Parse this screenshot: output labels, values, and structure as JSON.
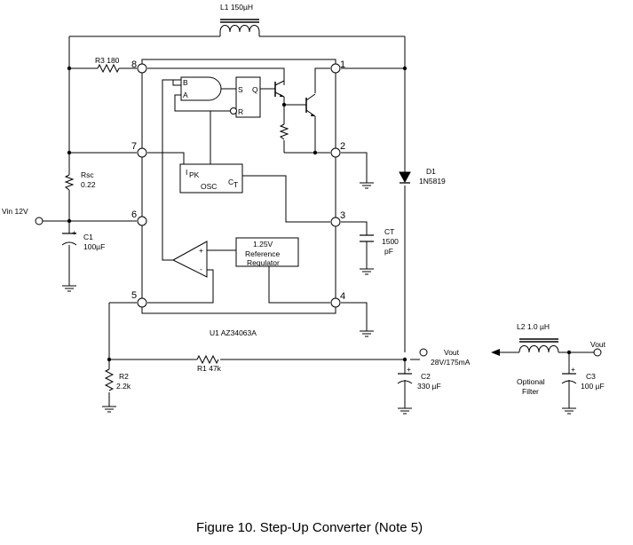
{
  "figure": {
    "caption": "Figure 10. Step-Up Converter (Note 5)"
  },
  "labels": {
    "l1": "L1  150µH",
    "r3": "R3  180",
    "rsc_name": "Rsc",
    "rsc_value": "0.22",
    "vin": "Vin 12V",
    "c1_name": "C1",
    "c1_value": "100µF",
    "d1_name": "D1",
    "d1_value": "1N5819",
    "ct_name": "CT",
    "ct_value1": "1500",
    "ct_value2": "pF",
    "u1": "U1   AZ34063A",
    "r2_name": "R2",
    "r2_value": "2.2k",
    "r1": "R1  47k",
    "vout_name": "Vout",
    "vout_value": "28V/175mA",
    "c2_name": "C2",
    "c2_value": "330 µF",
    "l2": "L2   1.0 µH",
    "filter1": "Optional",
    "filter2": "Filter",
    "vout2": "Vout",
    "c3_name": "C3",
    "c3_value": "100 µF",
    "ref1": "1.25V",
    "ref2": "Reference",
    "ref3": "Regulator",
    "osc": "OSC",
    "ipk_i": "I",
    "ipk_sub": "PK",
    "ct_c": "C",
    "ct_sub": "T",
    "gate_b": "B",
    "gate_a": "A",
    "ff_s": "S",
    "ff_q": "Q",
    "ff_r": "R",
    "plus": "+",
    "minus": "-"
  },
  "pins": [
    "1",
    "2",
    "3",
    "4",
    "5",
    "6",
    "7",
    "8"
  ]
}
